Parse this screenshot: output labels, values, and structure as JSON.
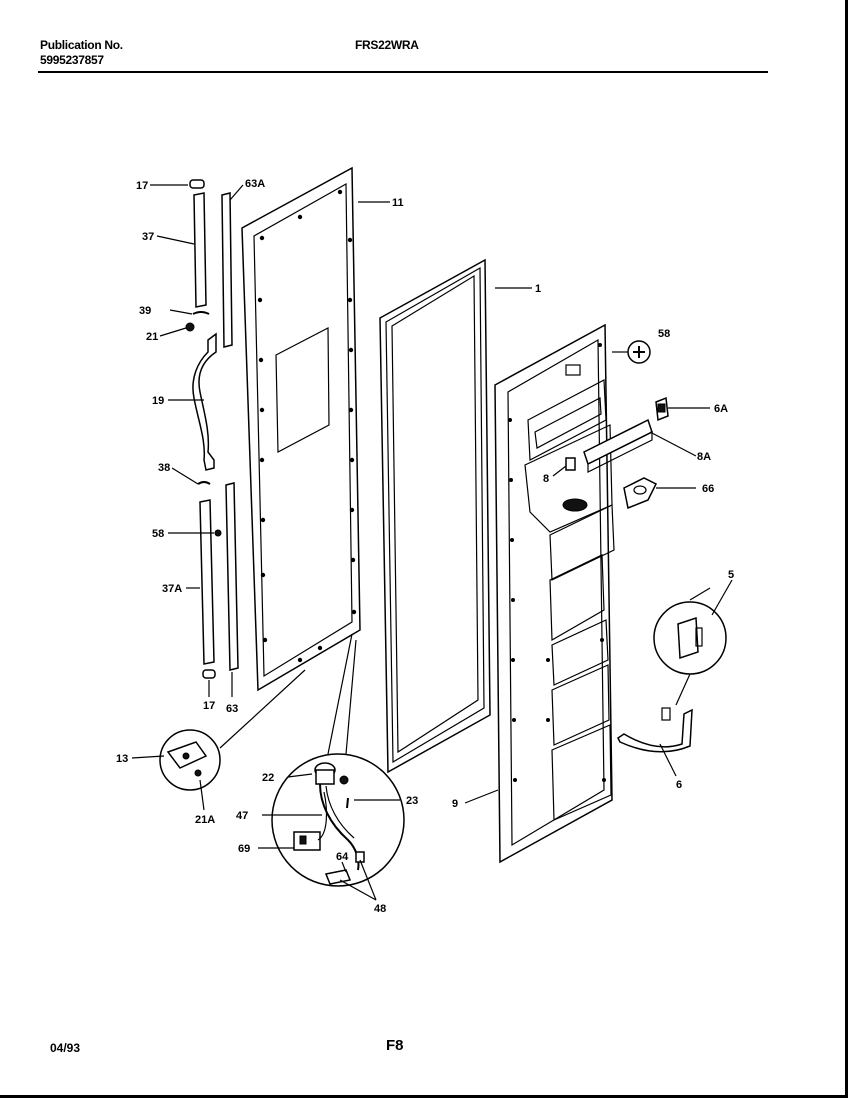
{
  "header": {
    "publication_label": "Publication No.",
    "publication_number": "5995237857",
    "model": "FRS22WRA"
  },
  "footer": {
    "date": "04/93",
    "page": "F8"
  },
  "callouts": {
    "c17a": "17",
    "c63a": "63A",
    "c11": "11",
    "c37": "37",
    "c1": "1",
    "c39": "39",
    "c21": "21",
    "c58a": "58",
    "c19": "19",
    "c6a": "6A",
    "c8a": "8A",
    "c38": "38",
    "c8": "8",
    "c66": "66",
    "c58b": "58",
    "c5": "5",
    "c37a": "37A",
    "c17b": "17",
    "c63": "63",
    "c13": "13",
    "c6": "6",
    "c22": "22",
    "c23": "23",
    "c21a": "21A",
    "c47": "47",
    "c9": "9",
    "c69": "69",
    "c64": "64",
    "c48": "48"
  }
}
